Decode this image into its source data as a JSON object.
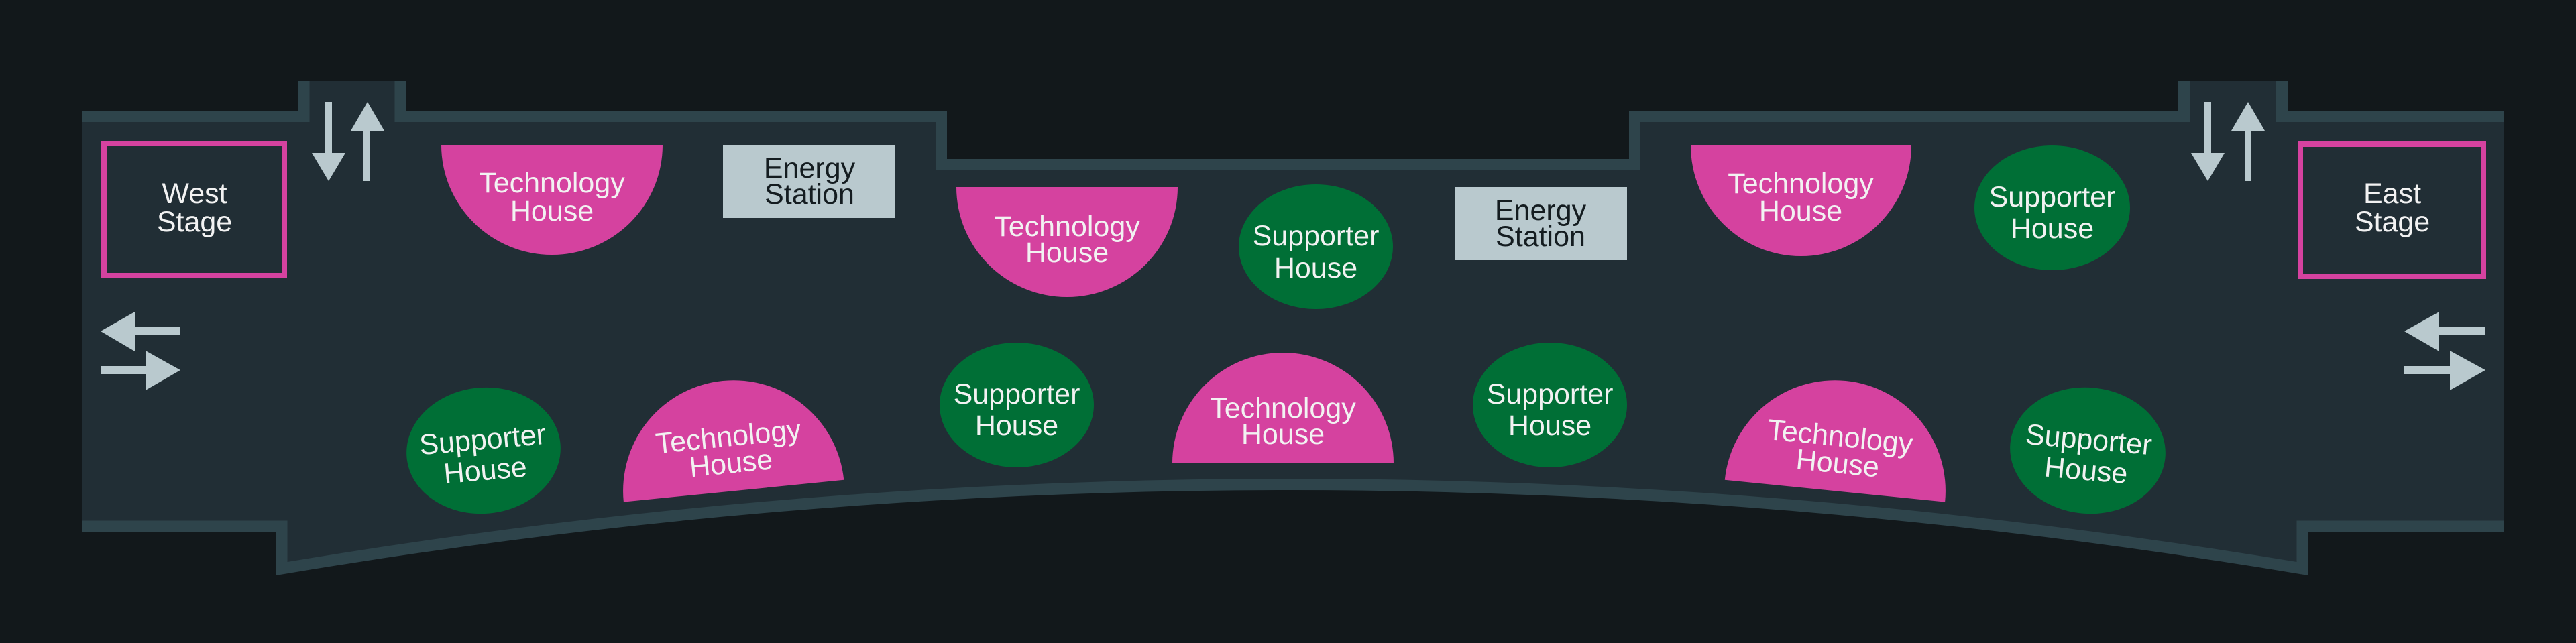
{
  "colors": {
    "background": "#12181b",
    "floor": "#212e35",
    "wall": "#2e444b",
    "technology_house": "#d5429f",
    "supporter_house": "#006f36",
    "energy_station": "#b9c9ce",
    "stage_border": "#d5429f",
    "arrow": "#b9c9ce"
  },
  "stages": [
    {
      "line1": "West",
      "line2": "Stage"
    },
    {
      "line1": "East",
      "line2": "Stage"
    }
  ],
  "energy_stations": [
    {
      "line1": "Energy",
      "line2": "Station"
    },
    {
      "line1": "Energy",
      "line2": "Station"
    }
  ],
  "technology_houses": [
    {
      "line1": "Technology",
      "line2": "House"
    },
    {
      "line1": "Technology",
      "line2": "House"
    },
    {
      "line1": "Technology",
      "line2": "House"
    },
    {
      "line1": "Technology",
      "line2": "House"
    },
    {
      "line1": "Technology",
      "line2": "House"
    },
    {
      "line1": "Technology",
      "line2": "House"
    }
  ],
  "supporter_houses": [
    {
      "line1": "Supporter",
      "line2": "House"
    },
    {
      "line1": "Supporter",
      "line2": "House"
    },
    {
      "line1": "Supporter",
      "line2": "House"
    },
    {
      "line1": "Supporter",
      "line2": "House"
    },
    {
      "line1": "Supporter",
      "line2": "House"
    },
    {
      "line1": "Supporter",
      "line2": "House"
    }
  ]
}
